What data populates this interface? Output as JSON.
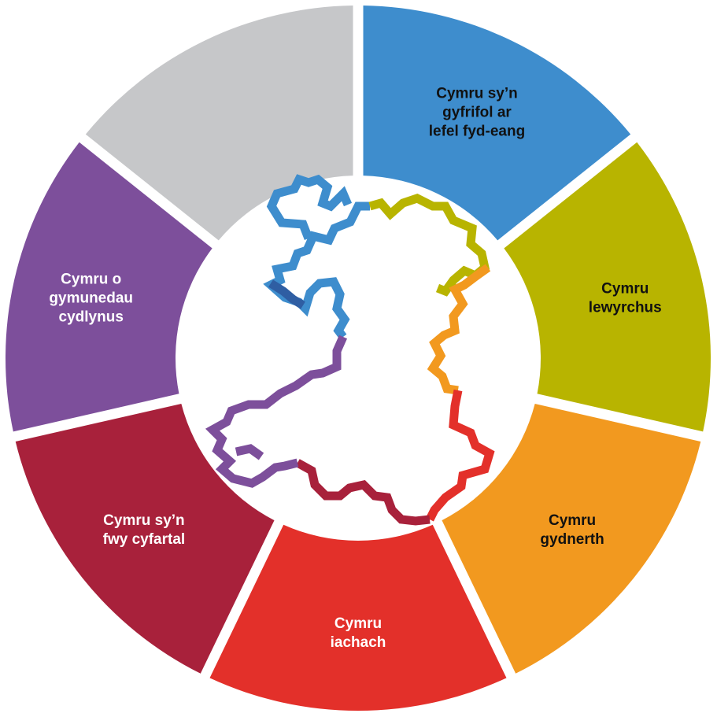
{
  "diagram": {
    "segments": [
      {
        "id": "global",
        "lines": [
          "Cymru sy’n",
          "gyfrifol ar",
          "lefel fyd-eang"
        ],
        "color": "#3e8dcd",
        "text_color": "#111111"
      },
      {
        "id": "prosperous",
        "lines": [
          "Cymru",
          "lewyrchus"
        ],
        "color": "#b8b400",
        "text_color": "#111111"
      },
      {
        "id": "resilient",
        "lines": [
          "Cymru",
          "gydnerth"
        ],
        "color": "#f2991f",
        "text_color": "#111111"
      },
      {
        "id": "healthier",
        "lines": [
          "Cymru",
          "iachach"
        ],
        "color": "#e3302a",
        "text_color": "#ffffff"
      },
      {
        "id": "equal",
        "lines": [
          "Cymru sy’n",
          "fwy cyfartal"
        ],
        "color": "#a8213b",
        "text_color": "#ffffff"
      },
      {
        "id": "cohesive",
        "lines": [
          "Cymru o",
          "gymunedau",
          "cydlynus"
        ],
        "color": "#7d4f9b",
        "text_color": "#ffffff"
      },
      {
        "id": "culture",
        "lines": [],
        "color": "#c6c7c9",
        "text_color": "#111111"
      }
    ],
    "map_icon": "wales-outline-icon"
  }
}
